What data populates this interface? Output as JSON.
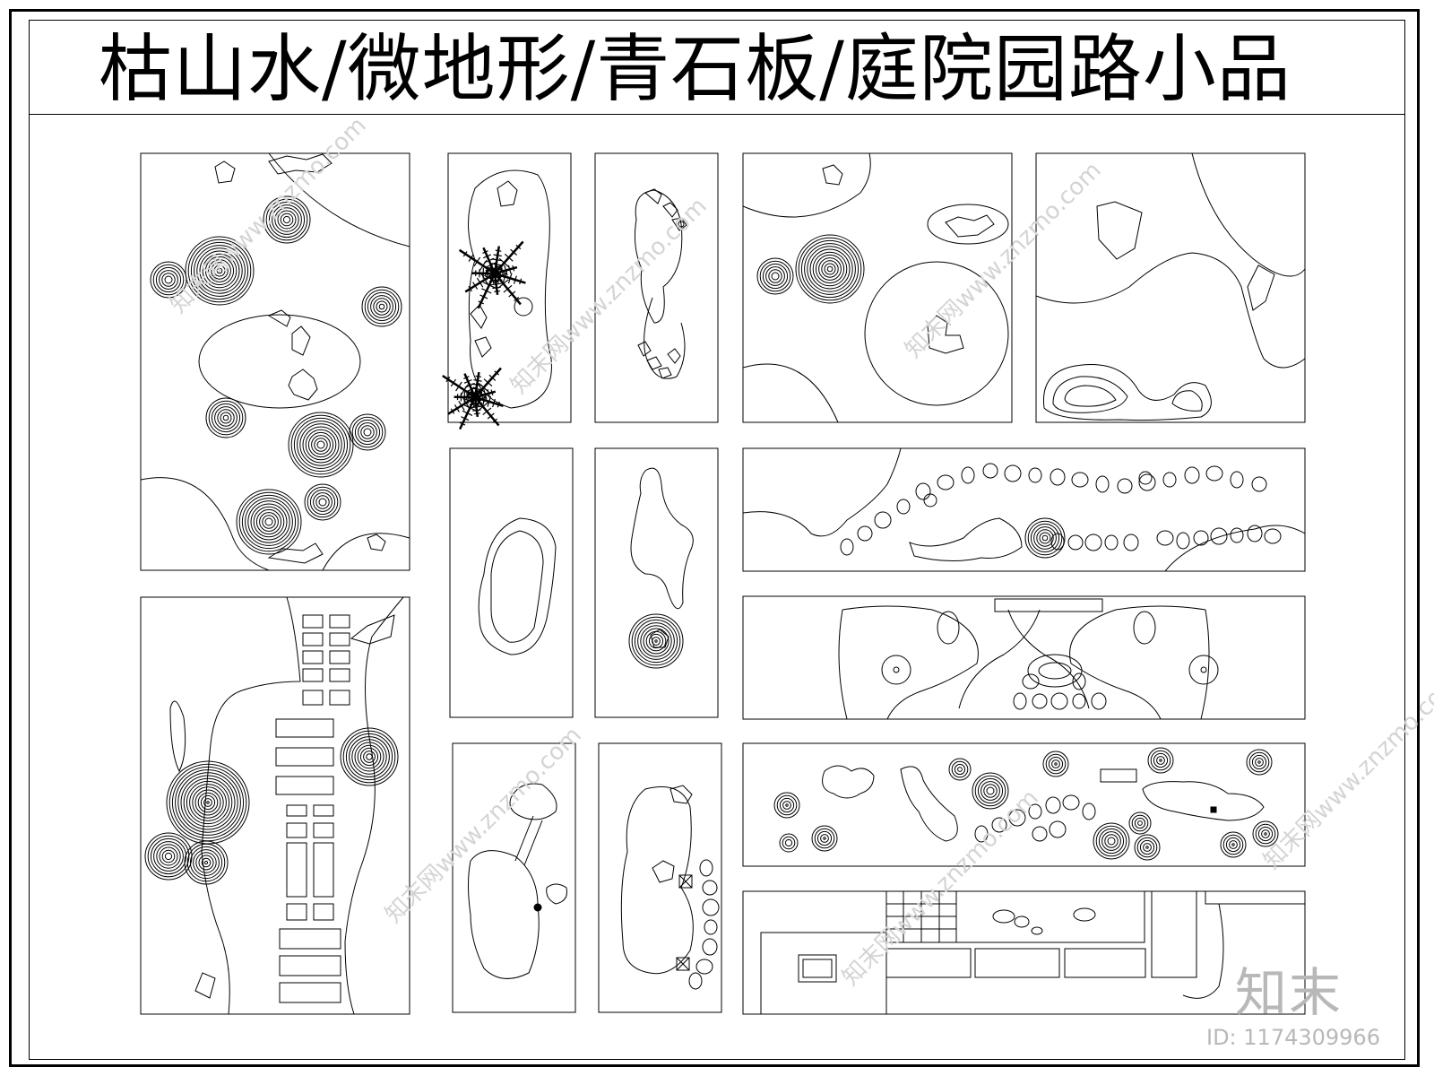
{
  "title": "枯山水/微地形/青石板/庭院园路小品",
  "watermark": {
    "logo": "知末",
    "id_text": "ID: 1174309966",
    "url_text": "知末网www.znzmo.com"
  },
  "colors": {
    "line": "#000000",
    "background": "#ffffff",
    "watermark": "#b8b8b8"
  }
}
